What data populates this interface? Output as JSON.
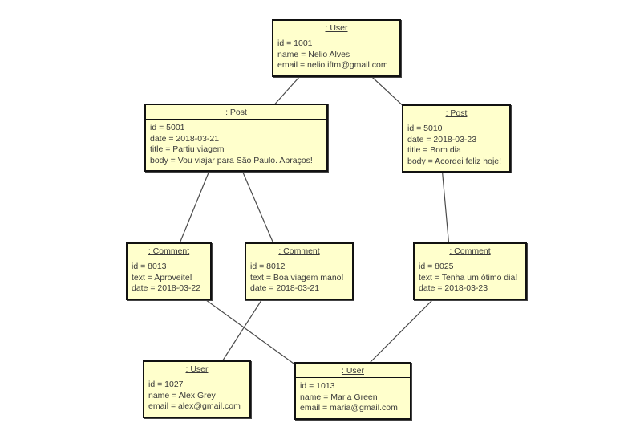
{
  "diagram": {
    "kind": "uml-object-diagram",
    "colors": {
      "node_fill": "#FFFFCC",
      "node_border": "#111111",
      "edge": "#4a4a4a",
      "text": "#3A3A3A",
      "background": "#FFFFFF"
    },
    "nodes": {
      "user1001": {
        "title": ": User",
        "attrs": [
          "id = 1001",
          "name = Nelio Alves",
          "email = nelio.iftm@gmail.com"
        ]
      },
      "post5001": {
        "title": ": Post",
        "attrs": [
          "id = 5001",
          "date = 2018-03-21",
          "title = Partiu viagem",
          "body = Vou viajar para São Paulo. Abraços!"
        ]
      },
      "post5010": {
        "title": ": Post",
        "attrs": [
          "id = 5010",
          "date = 2018-03-23",
          "title = Bom dia",
          "body = Acordei feliz hoje!"
        ]
      },
      "comment8013": {
        "title": ": Comment",
        "attrs": [
          "id = 8013",
          "text = Aproveite!",
          "date = 2018-03-22"
        ]
      },
      "comment8012": {
        "title": ": Comment",
        "attrs": [
          "id = 8012",
          "text = Boa viagem mano!",
          "date = 2018-03-21"
        ]
      },
      "comment8025": {
        "title": ": Comment",
        "attrs": [
          "id = 8025",
          "text = Tenha um ótimo dia!",
          "date = 2018-03-23"
        ]
      },
      "user1027": {
        "title": ": User",
        "attrs": [
          "id = 1027",
          "name = Alex Grey",
          "email = alex@gmail.com"
        ]
      },
      "user1013": {
        "title": ": User",
        "attrs": [
          "id = 1013",
          "name = Maria Green",
          "email = maria@gmail.com"
        ]
      }
    },
    "edges": [
      {
        "from": "user1001",
        "to": "post5001"
      },
      {
        "from": "user1001",
        "to": "post5010"
      },
      {
        "from": "post5001",
        "to": "comment8013"
      },
      {
        "from": "post5001",
        "to": "comment8012"
      },
      {
        "from": "post5010",
        "to": "comment8025"
      },
      {
        "from": "comment8013",
        "to": "user1013"
      },
      {
        "from": "comment8012",
        "to": "user1027"
      },
      {
        "from": "comment8025",
        "to": "user1013"
      }
    ]
  }
}
